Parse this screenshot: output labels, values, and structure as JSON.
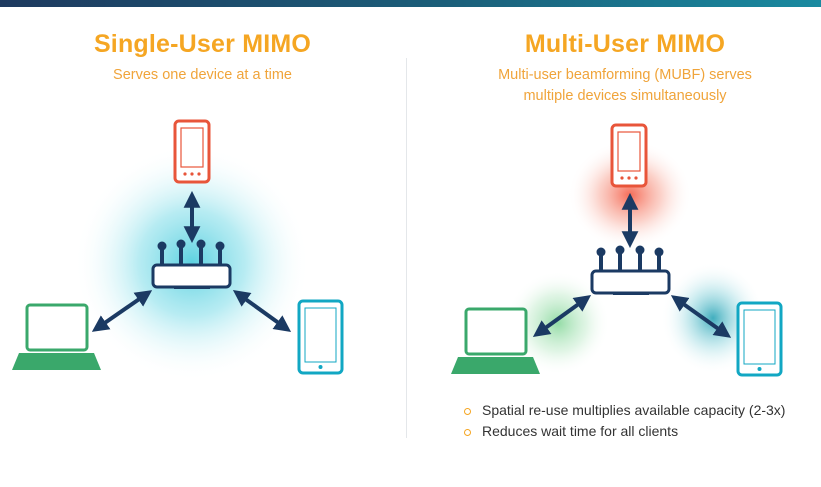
{
  "left": {
    "title": "Single-User MIMO",
    "subtitle": "Serves one device at a time"
  },
  "right": {
    "title": "Multi-User MIMO",
    "subtitle_line1": "Multi-user beamforming (MUBF) serves",
    "subtitle_line2": "multiple devices simultaneously",
    "bullets": [
      "Spatial re-use multiplies available capacity (2-3x)",
      "Reduces wait time for all clients"
    ]
  },
  "colors": {
    "title": "#f5a623",
    "phone": "#e8553a",
    "laptop": "#3aa86b",
    "tablet": "#11a7c3",
    "arrow": "#1b3a63",
    "beam_single": "#27c2d6",
    "beam_red": "#f3523a",
    "beam_green": "#4cc46a",
    "beam_teal": "#1f9fb2"
  },
  "icons": {
    "router": "wifi-router-icon",
    "phone": "smartphone-icon",
    "laptop": "laptop-icon",
    "tablet": "tablet-icon",
    "bullet": "ring-bullet-icon"
  }
}
